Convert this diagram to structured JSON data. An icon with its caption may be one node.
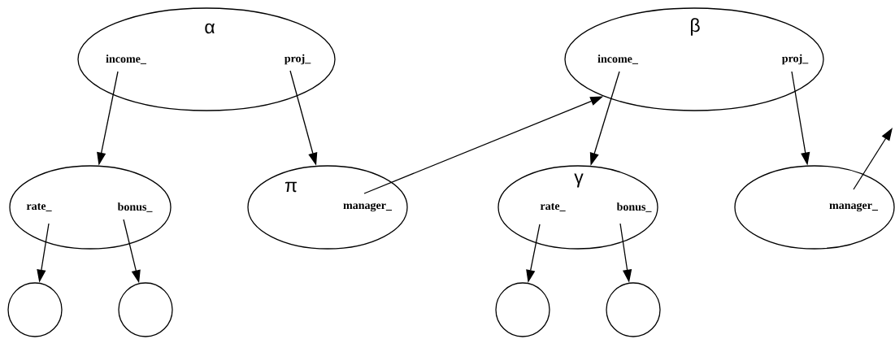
{
  "diagram": {
    "nodes": [
      {
        "text": [
          "α",
          "income_",
          "proj_"
        ]
      },
      {
        "text": [
          "rate_",
          "bonus_"
        ]
      },
      {
        "text": [
          "π",
          "manager_"
        ]
      },
      {
        "text": [
          "β",
          "income_",
          "proj_"
        ]
      },
      {
        "text": [
          "γ",
          "rate_",
          "bonus_"
        ]
      },
      {
        "text": [
          "manager_"
        ]
      },
      {
        "text": [],
        "shape": "circle"
      },
      {
        "text": [],
        "shape": "circle"
      },
      {
        "text": [],
        "shape": "circle"
      },
      {
        "text": [],
        "shape": "circle"
      }
    ],
    "edges": [
      {
        "from": 0,
        "to": 1,
        "arrow": "to"
      },
      {
        "from": 0,
        "to": 2,
        "arrow": "to"
      },
      {
        "from": 2,
        "to": 3,
        "arrow": "to"
      },
      {
        "from": 3,
        "to": 4,
        "arrow": "to"
      },
      {
        "from": 3,
        "to": 5,
        "arrow": "to"
      },
      {
        "from": 5,
        "to": null,
        "arrow": "to"
      },
      {
        "from": 1,
        "to": 6,
        "arrow": "to"
      },
      {
        "from": 1,
        "to": 7,
        "arrow": "to"
      },
      {
        "from": 4,
        "to": 8,
        "arrow": "to"
      },
      {
        "from": 4,
        "to": 9,
        "arrow": "to"
      }
    ]
  }
}
